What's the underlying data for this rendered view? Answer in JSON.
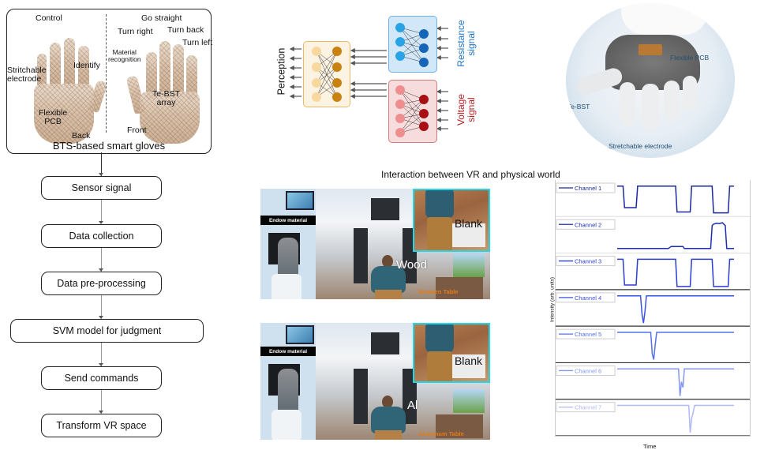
{
  "gloves_panel": {
    "title": "BTS-based smart gloves",
    "back": {
      "side_label": "Back",
      "labels": {
        "control": "Control",
        "stretchable_electrode": "Stritchable\nelectrode",
        "identify": "Identify",
        "flexible_pcb": "Flexible\nPCB"
      }
    },
    "front": {
      "side_label": "Front",
      "labels": {
        "go_straight": "Go straight",
        "turn_right": "Turn right",
        "turn_back": "Turn back",
        "turn_left": "Turn left",
        "material_recognition": "Material\nrecognition",
        "te_bst_array": "Te-BST\narray"
      }
    }
  },
  "flowchart": {
    "steps": [
      "Sensor signal",
      "Data collection",
      "Data pre-processing",
      "SVM model for judgment",
      "Send commands",
      "Transform VR space"
    ]
  },
  "neural_network": {
    "output_label": "Perception",
    "resistance_label": "Resistance\nsignal",
    "voltage_label": "Voltage\nsignal",
    "colors": {
      "resistance": "#1f74c2",
      "voltage": "#b01e24",
      "perception_box": "#fdf3e3",
      "perception_border": "#e7b969"
    }
  },
  "glove_photo": {
    "labels": {
      "flexible_pcb": "Flexible PCB",
      "te_bst": "Te-BST",
      "stretchable_electrode": "Stretchable electrode"
    }
  },
  "vr_section": {
    "title": "Interaction between VR and physical world",
    "scenes": [
      {
        "endow_label": "Endow material",
        "inset_label": "Blank",
        "material_label": "Wood",
        "table_label": "Wooden Table"
      },
      {
        "endow_label": "Endow material",
        "inset_label": "Blank",
        "material_label": "Al",
        "table_label": "Aluminum Table"
      }
    ]
  },
  "chart_data": {
    "type": "line",
    "title": "",
    "xlabel": "Time",
    "ylabel": "Intensity (arb. units)",
    "x_range": [
      0,
      100
    ],
    "grid": false,
    "legend_placement": "inline-left",
    "series": [
      {
        "name": "Channel 1",
        "color": "#1a2a9e",
        "points": [
          [
            0,
            0.95
          ],
          [
            4,
            0.95
          ],
          [
            5,
            0.2
          ],
          [
            13,
            0.2
          ],
          [
            14,
            0.95
          ],
          [
            40,
            0.95
          ],
          [
            41,
            0.05
          ],
          [
            50,
            0.05
          ],
          [
            51,
            0.95
          ],
          [
            65,
            0.95
          ],
          [
            66,
            0.02
          ],
          [
            76,
            0.02
          ],
          [
            77,
            0.95
          ],
          [
            80,
            0.95
          ]
        ]
      },
      {
        "name": "Channel 2",
        "color": "#1c2fb0",
        "points": [
          [
            0,
            0.05
          ],
          [
            35,
            0.05
          ],
          [
            37,
            0.12
          ],
          [
            45,
            0.12
          ],
          [
            46,
            0.05
          ],
          [
            64,
            0.05
          ],
          [
            65,
            0.85
          ],
          [
            66,
            0.9
          ],
          [
            68,
            0.93
          ],
          [
            70,
            0.92
          ],
          [
            72,
            0.95
          ],
          [
            74,
            0.85
          ],
          [
            75,
            0.05
          ],
          [
            80,
            0.05
          ]
        ]
      },
      {
        "name": "Channel 3",
        "color": "#2a3ed0",
        "points": [
          [
            0,
            0.95
          ],
          [
            4,
            0.95
          ],
          [
            5,
            0.05
          ],
          [
            13,
            0.05
          ],
          [
            14,
            0.95
          ],
          [
            40,
            0.95
          ],
          [
            41,
            0.0
          ],
          [
            50,
            0.0
          ],
          [
            51,
            0.95
          ],
          [
            65,
            0.95
          ],
          [
            66,
            0.0
          ],
          [
            76,
            0.0
          ],
          [
            77,
            0.95
          ],
          [
            80,
            0.95
          ]
        ]
      },
      {
        "name": "Channel 4",
        "color": "#3a52e0",
        "points": [
          [
            0,
            0.95
          ],
          [
            16,
            0.95
          ],
          [
            17,
            0.3
          ],
          [
            18,
            0.0
          ],
          [
            19,
            0.4
          ],
          [
            20,
            0.95
          ],
          [
            80,
            0.95
          ]
        ]
      },
      {
        "name": "Channel 5",
        "color": "#5470ea",
        "points": [
          [
            0,
            0.95
          ],
          [
            23,
            0.95
          ],
          [
            24,
            0.2
          ],
          [
            25,
            0.0
          ],
          [
            26,
            0.5
          ],
          [
            27,
            0.95
          ],
          [
            80,
            0.95
          ]
        ]
      },
      {
        "name": "Channel 6",
        "color": "#8397f0",
        "points": [
          [
            0,
            0.95
          ],
          [
            42,
            0.95
          ],
          [
            43,
            0.0
          ],
          [
            44,
            0.5
          ],
          [
            45,
            0.3
          ],
          [
            46,
            0.95
          ],
          [
            80,
            0.95
          ]
        ]
      },
      {
        "name": "Channel 7",
        "color": "#adbaf4",
        "points": [
          [
            0,
            0.95
          ],
          [
            49,
            0.95
          ],
          [
            50,
            0.0
          ],
          [
            51,
            0.5
          ],
          [
            52,
            0.7
          ],
          [
            53,
            0.95
          ],
          [
            80,
            0.95
          ]
        ]
      }
    ]
  }
}
